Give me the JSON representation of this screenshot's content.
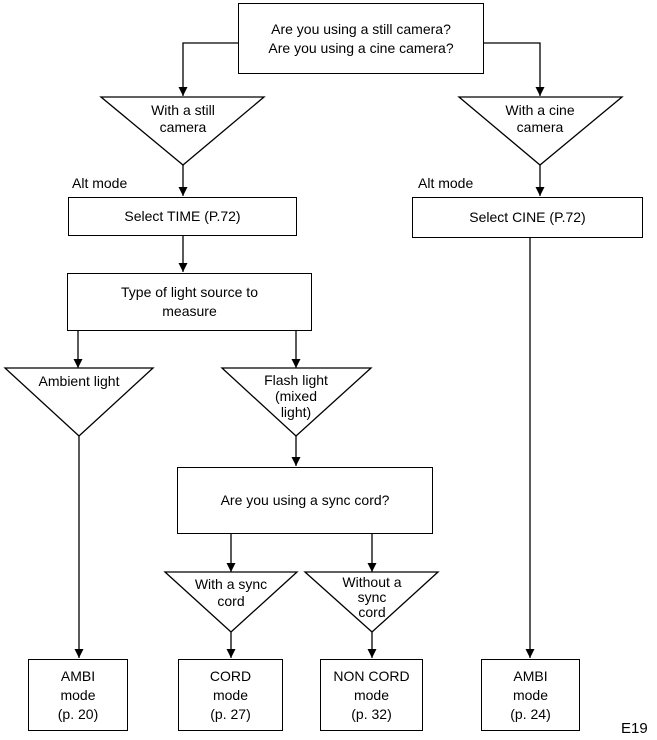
{
  "question_camera": {
    "line1": "Are you using a still camera?",
    "line2": "Are you using a cine camera?"
  },
  "branch_still": {
    "line1": "With a still",
    "line2": "camera"
  },
  "branch_cine": {
    "line1": "With a cine",
    "line2": "camera"
  },
  "alt_mode_left": "Alt mode",
  "alt_mode_right": "Alt mode",
  "select_time": "Select TIME (P.72)",
  "select_cine": "Select CINE (P.72)",
  "light_source": {
    "line1": "Type of light source to",
    "line2": "measure"
  },
  "branch_ambient": "Ambient light",
  "branch_flash": {
    "line1": "Flash light",
    "line2": "(mixed",
    "line3": "light)"
  },
  "question_sync": "Are you using a sync cord?",
  "branch_with_sync": {
    "line1": "With a sync",
    "line2": "cord"
  },
  "branch_without_sync": {
    "line1": "Without a",
    "line2": "sync",
    "line3": "cord"
  },
  "result_ambi_20": {
    "line1": "AMBI",
    "line2": "mode",
    "line3": "(p. 20)"
  },
  "result_cord": {
    "line1": "CORD",
    "line2": "mode",
    "line3": "(p. 27)"
  },
  "result_non_cord": {
    "line1": "NON CORD",
    "line2": "mode",
    "line3": "(p. 32)"
  },
  "result_ambi_24": {
    "line1": "AMBI",
    "line2": "mode",
    "line3": "(p. 24)"
  },
  "page_code": "E19"
}
